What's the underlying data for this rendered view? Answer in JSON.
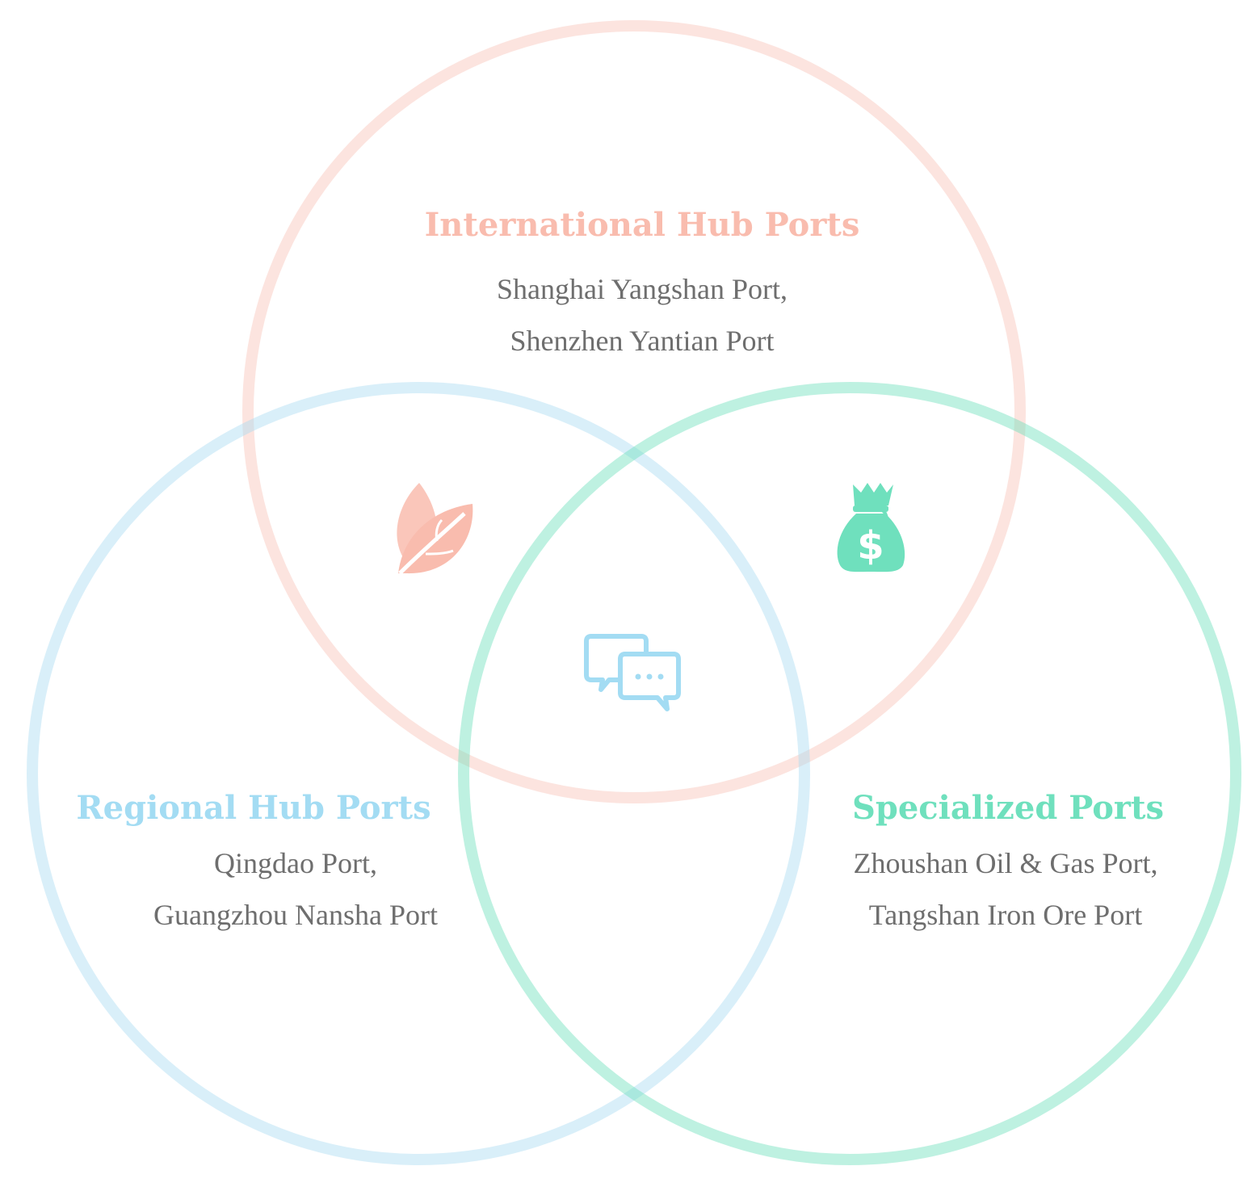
{
  "colors": {
    "pink": "#f9bcae",
    "blue": "#a3dcf3",
    "green": "#6fe0bd",
    "text": "#6e6e6e"
  },
  "sets": {
    "international": {
      "title": "International Hub Ports",
      "line1": "Shanghai Yangshan Port,",
      "line2": "Shenzhen Yantian Port"
    },
    "regional": {
      "title": "Regional Hub Ports",
      "line1": "Qingdao Port,",
      "line2": "Guangzhou Nansha Port"
    },
    "specialized": {
      "title": "Specialized Ports",
      "line1": "Zhoushan Oil & Gas Port,",
      "line2": "Tangshan Iron Ore Port"
    }
  },
  "icons": {
    "intersection_top_left": "leaf-icon",
    "intersection_top_right": "money-bag-icon",
    "intersection_center": "chat-bubbles-icon"
  }
}
